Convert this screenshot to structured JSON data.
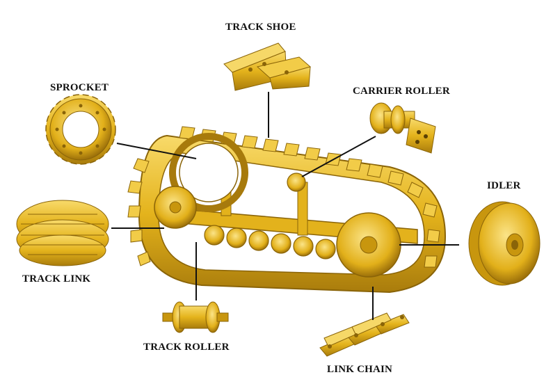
{
  "labels": {
    "track_shoe": "TRACK SHOE",
    "sprocket": "SPROCKET",
    "carrier_roller": "CARRIER ROLLER",
    "idler": "IDLER",
    "track_link": "TRACK LINK",
    "track_roller": "TRACK ROLLER",
    "link_chain": "LINK CHAIN"
  },
  "colors": {
    "part_yellow": "#e8b820",
    "part_dark": "#b88a10",
    "part_light": "#f6d868",
    "leader_line": "#111111",
    "background": "#ffffff"
  }
}
